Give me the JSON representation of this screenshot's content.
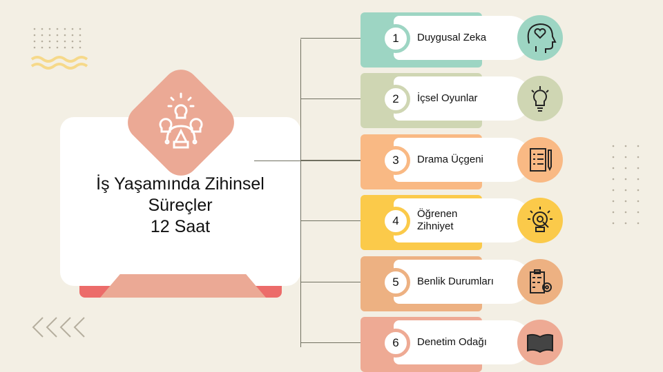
{
  "main": {
    "title_line1": "İş Yaşamında Zihinsel",
    "title_line2": "Süreçler",
    "title_line3": "12 Saat",
    "icon": "lightbulbs-idea-icon"
  },
  "items": [
    {
      "number": "1",
      "label": "Duygusal Zeka",
      "icon": "head-heart-icon",
      "color": "#9dd5c3"
    },
    {
      "number": "2",
      "label": "İçsel Oyunlar",
      "icon": "lightbulb-icon",
      "color": "#cfd6b3"
    },
    {
      "number": "3",
      "label": "Drama Üçgeni",
      "icon": "checklist-pen-icon",
      "color": "#f9b984"
    },
    {
      "number": "4",
      "label": "Öğrenen Zihniyet",
      "icon": "gear-bulb-icon",
      "color": "#fbca4a"
    },
    {
      "number": "5",
      "label": "Benlik Durumları",
      "icon": "clipboard-gear-icon",
      "color": "#edb182"
    },
    {
      "number": "6",
      "label": "Denetim Odağı",
      "icon": "open-book-icon",
      "color": "#eeaa94"
    }
  ]
}
